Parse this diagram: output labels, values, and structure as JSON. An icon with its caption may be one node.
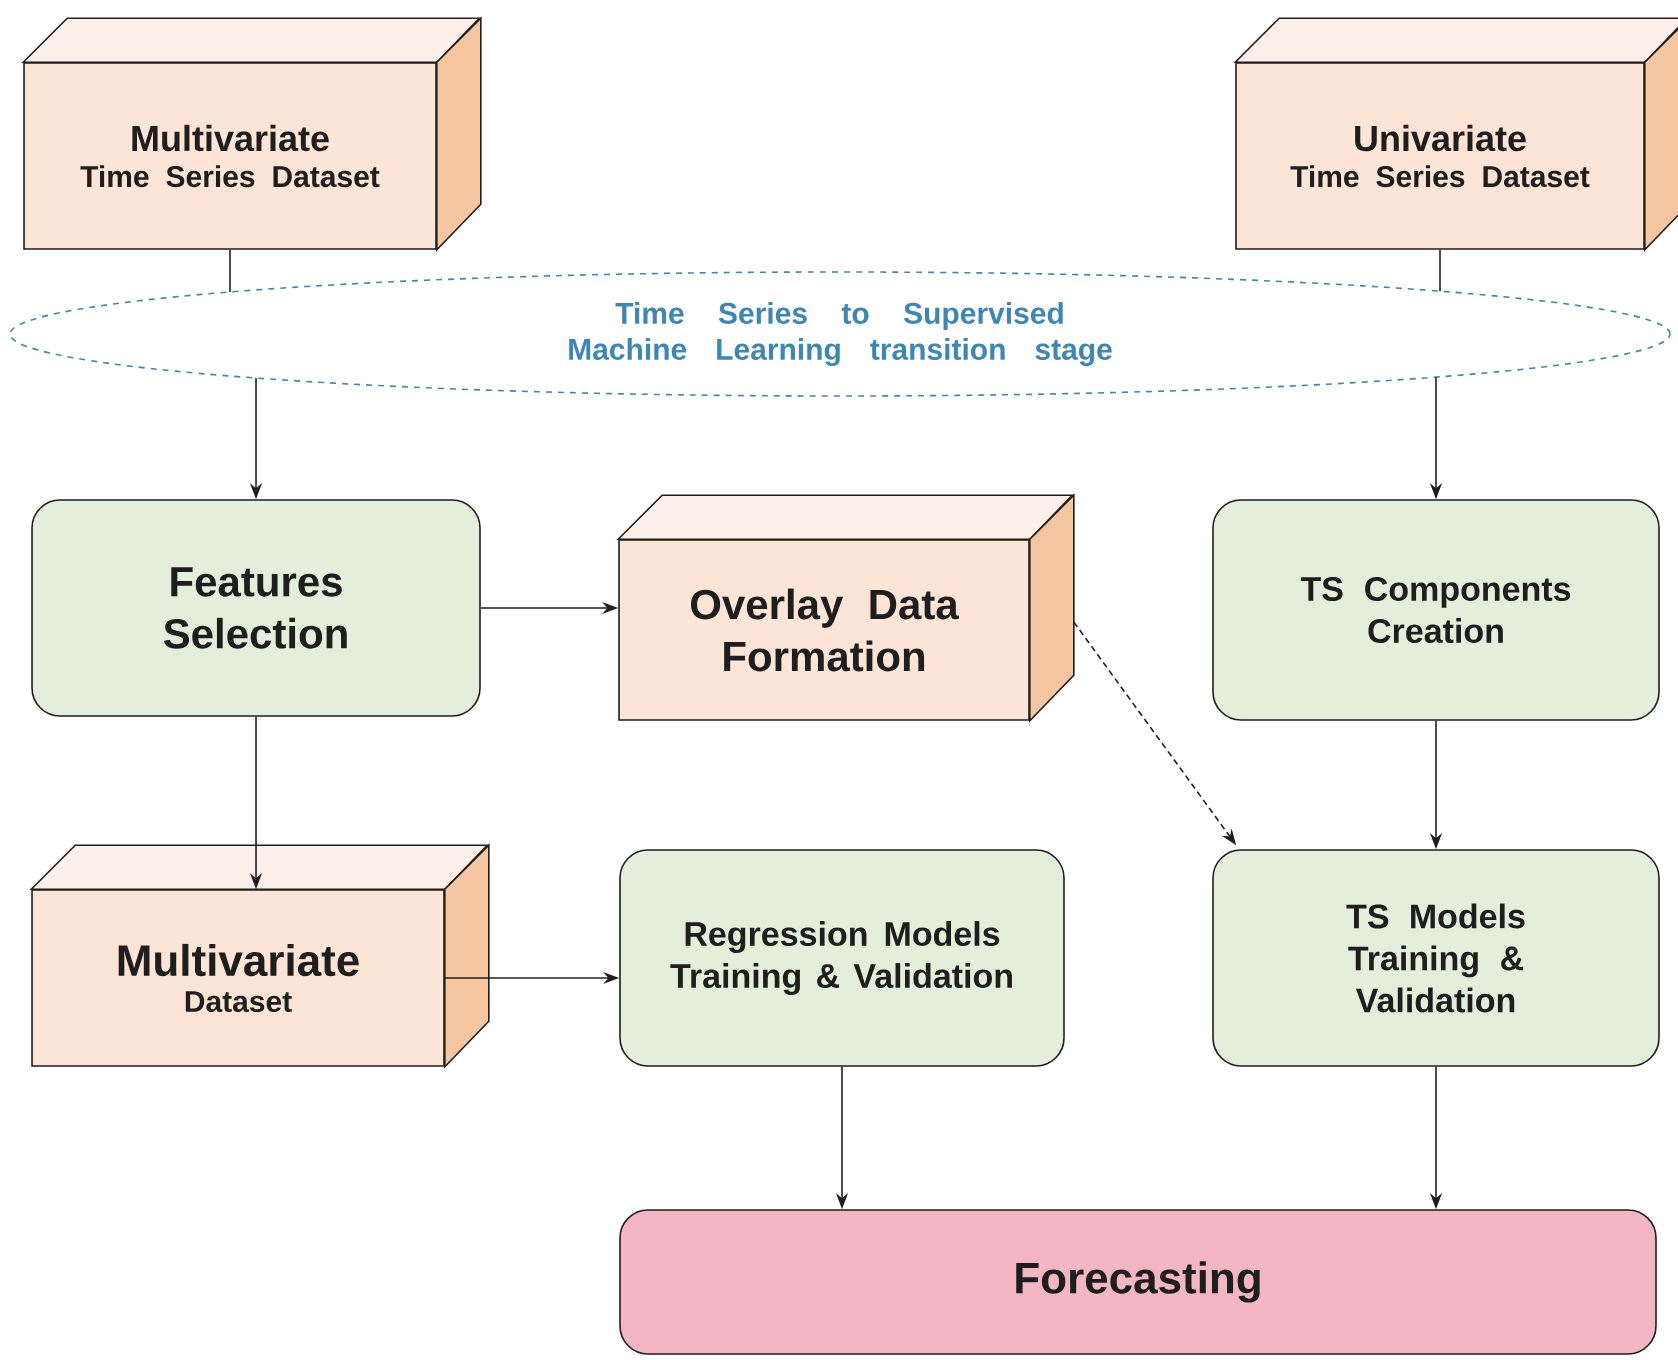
{
  "diagram": {
    "nodes": [
      {
        "text": [
          "Multivariate",
          "Time Series Dataset"
        ]
      },
      {
        "text": [
          "Univariate",
          "Time Series Dataset"
        ]
      },
      {
        "text": [
          "Time Series to Supervised Machine Learning transition stage"
        ]
      },
      {
        "text": [
          "Features Selection"
        ]
      },
      {
        "text": [
          "Overlay Data Formation"
        ]
      },
      {
        "text": [
          "TS Components Creation"
        ]
      },
      {
        "text": [
          "Multivariate",
          "Dataset"
        ]
      },
      {
        "text": [
          "Regression Models Training & Validation"
        ]
      },
      {
        "text": [
          "TS Models Training & Validation"
        ]
      },
      {
        "text": [
          "Forecasting"
        ]
      }
    ],
    "edges": [
      {
        "from": 0,
        "to": 2,
        "arrow": "none"
      },
      {
        "from": 1,
        "to": 2,
        "arrow": "none"
      },
      {
        "from": 2,
        "to": 3,
        "arrow": "to"
      },
      {
        "from": 2,
        "to": 5,
        "arrow": "to"
      },
      {
        "from": 3,
        "to": 4,
        "arrow": "to"
      },
      {
        "from": 3,
        "to": 6,
        "arrow": "to"
      },
      {
        "from": 4,
        "to": 8,
        "arrow": "to",
        "style": "dashed"
      },
      {
        "from": 5,
        "to": 8,
        "arrow": "to"
      },
      {
        "from": 6,
        "to": 7,
        "arrow": "to"
      },
      {
        "from": 7,
        "to": 9,
        "arrow": "to"
      },
      {
        "from": 8,
        "to": 9,
        "arrow": "to"
      }
    ]
  }
}
